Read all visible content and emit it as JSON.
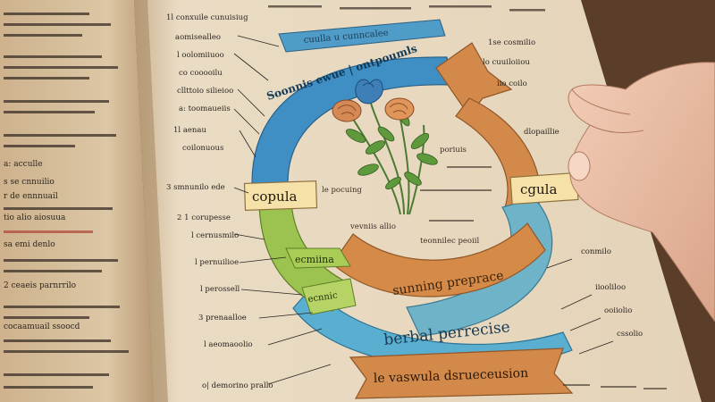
{
  "colors": {
    "table": "#4a3222",
    "page_left": "#d9c3a1",
    "page_right": "#eadbc2",
    "arc_blue": "#3f8fc4",
    "arc_orange": "#d2894a",
    "arc_green": "#9cc24f",
    "arc_teal": "#6fb3c8",
    "label_box": "#f6e1a8",
    "ink": "#2a2420",
    "skin": "#f0c7b0"
  },
  "diagram": {
    "arc_top_label": "Soonnis ewue | ontpoumls",
    "box_left": "copula",
    "box_right": "cgula",
    "green_top": "ecmiina",
    "green_bottom": "ecnnic",
    "orange_label": "sunning preprace",
    "blue_label": "berbal perrecise",
    "bottom_banner": "le vaswula dsrueceusion",
    "center_text_1": "le pocuing",
    "center_text_2": "poriuis",
    "center_text_3": "vevniis allio",
    "center_text_4": "teonnilec peoiil",
    "top_banner": "cuulla u cunncalee"
  },
  "margin_notes": {
    "left": [
      "1l conxuile cunuisiug",
      "aomisealleo",
      "l oolomiiuoo",
      "co cooooilu",
      "cllttoio silieioo",
      "a: toomaueiis",
      "1l aenau",
      "coilonuous",
      "3 smnunilo ede",
      "2 1 corupesse",
      "l cernusmilo",
      "l pernuilioe",
      "l perossell",
      "3 prenaalloe",
      "l aeomaoolio",
      "o| demorino prallo"
    ],
    "right": [
      "1se cosmilio",
      "lo cuuiloiiou",
      "iio coilo",
      "dlopaillie",
      "conmilo",
      "iiooliloo",
      "ooiiolio",
      "cssolio"
    ],
    "left_page": [
      "a: acculle",
      "s se cnnuilio",
      "r de ennnuail",
      "tio alio aiosuua",
      "sa emi denlo",
      "2 ceaeis parnrrilo",
      "cocaamuail ssoocd"
    ]
  }
}
